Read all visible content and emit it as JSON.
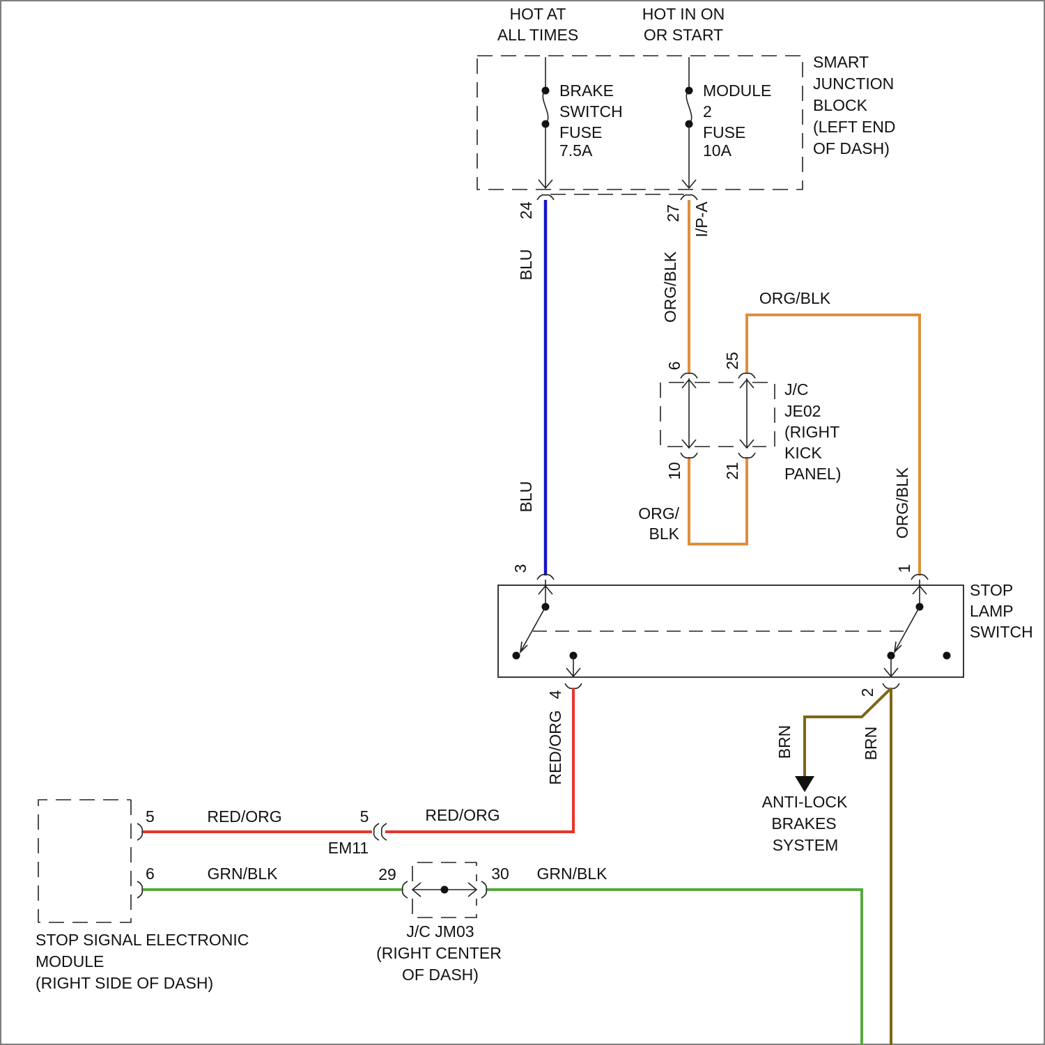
{
  "sources": {
    "hot_at_all_times": [
      "HOT AT",
      "ALL TIMES"
    ],
    "hot_in_on_or_start": [
      "HOT IN ON",
      "OR START"
    ]
  },
  "smart_junction_block": {
    "label": [
      "SMART",
      "JUNCTION",
      "BLOCK",
      "(LEFT END",
      "OF DASH)"
    ],
    "fuse_brake_switch": [
      "BRAKE",
      "SWITCH",
      "FUSE",
      "7.5A"
    ],
    "fuse_module": [
      "MODULE",
      "2",
      "FUSE",
      "10A"
    ]
  },
  "pins": {
    "sjb_24": "24",
    "sjb_27": "27",
    "ip_a": "I/P-A",
    "je02_6": "6",
    "je02_25": "25",
    "je02_10": "10",
    "je02_21": "21",
    "sls_3": "3",
    "sls_1": "1",
    "sls_4": "4",
    "sls_2": "2",
    "ssem_5": "5",
    "ssem_6": "6",
    "em11_5": "5",
    "jm03_29": "29",
    "jm03_30": "30"
  },
  "wires": {
    "blu_upper": "BLU",
    "blu_lower": "BLU",
    "org_blk_upper": "ORG/BLK",
    "org_blk_top": "ORG/BLK",
    "org_blk_right": "ORG/BLK",
    "org_blk_loop": [
      "ORG/",
      "BLK"
    ],
    "red_org_vertical": "RED/ORG",
    "red_org_right": "RED/ORG",
    "red_org_left": "RED/ORG",
    "grn_blk_left": "GRN/BLK",
    "grn_blk_right": "GRN/BLK",
    "brn_branch": "BRN",
    "brn_main": "BRN"
  },
  "components": {
    "jc_je02": [
      "J/C",
      "JE02",
      "(RIGHT",
      "KICK",
      "PANEL)"
    ],
    "stop_lamp_switch": [
      "STOP",
      "LAMP",
      "SWITCH"
    ],
    "connector_em11": "EM11",
    "anti_lock": [
      "ANTI-LOCK",
      "BRAKES",
      "SYSTEM"
    ],
    "stop_signal_module": [
      "STOP SIGNAL ELECTRONIC",
      "MODULE",
      "(RIGHT SIDE OF DASH)"
    ],
    "jc_jm03": [
      "J/C JM03",
      "(RIGHT CENTER",
      "OF DASH)"
    ]
  },
  "colors": {
    "blu": "#1515c8",
    "org_blk": "#de8f3c",
    "red_org": "#e8342a",
    "grn_blk": "#58a840",
    "brn": "#7d6716"
  }
}
